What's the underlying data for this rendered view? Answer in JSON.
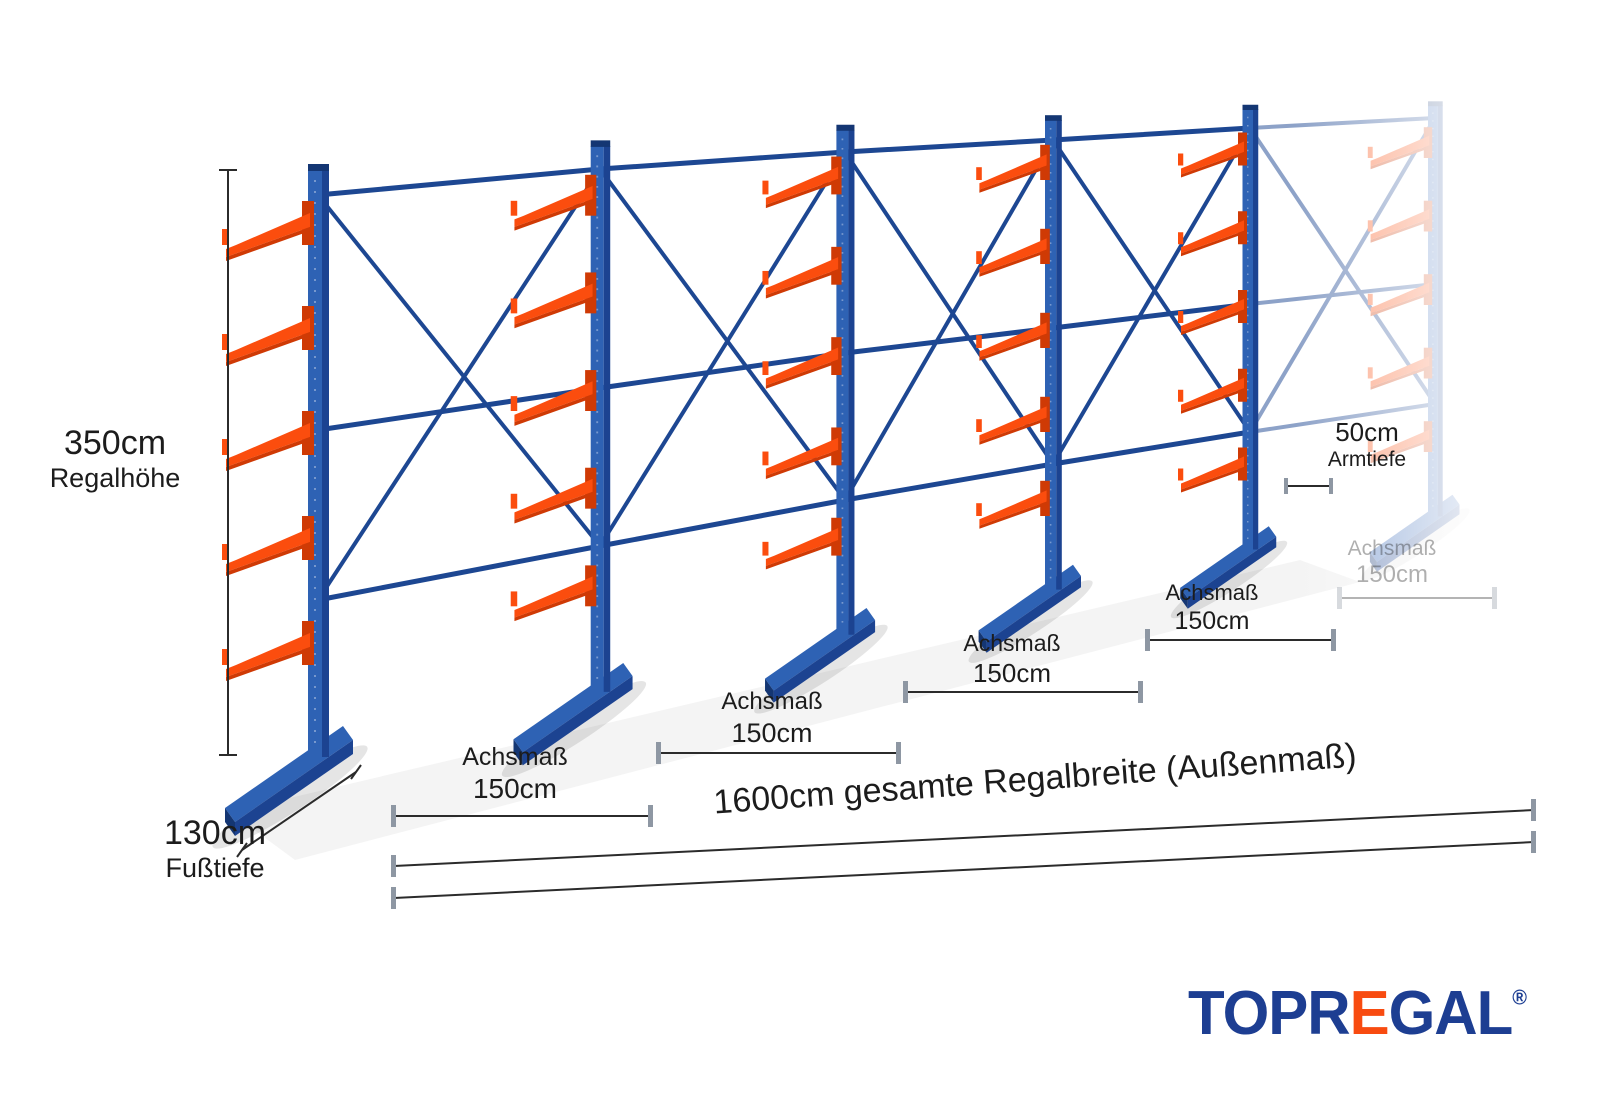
{
  "colors": {
    "post_blue": "#2e62b4",
    "post_blue_dark": "#1c4391",
    "post_blue_deep": "#143673",
    "arm_orange": "#fb4d0e",
    "arm_orange_dark": "#cf3a05",
    "brace_blue": "#1d4792",
    "dim_line": "#2b2b2b",
    "tick_gray": "#8e97a3",
    "text_dark": "#1c1c1c",
    "logo_blue": "#1d3e92",
    "logo_orange": "#f84b10"
  },
  "rack": {
    "uprights_visible": 5,
    "arm_levels": 5
  },
  "dimensions": {
    "height": {
      "value": "350cm",
      "label": "Regalhöhe"
    },
    "foot_depth": {
      "value": "130cm",
      "label": "Fußtiefe"
    },
    "arm_depth": {
      "value": "50cm",
      "label": "Armtiefe"
    },
    "axis": {
      "label": "Achsmaß",
      "value": "150cm"
    },
    "total_width": {
      "label": "1600cm gesamte Regalbreite  (Außenmaß)"
    }
  },
  "logo": {
    "part1": "TOPR",
    "part2": "E",
    "part3": "GAL",
    "registered": "®"
  }
}
